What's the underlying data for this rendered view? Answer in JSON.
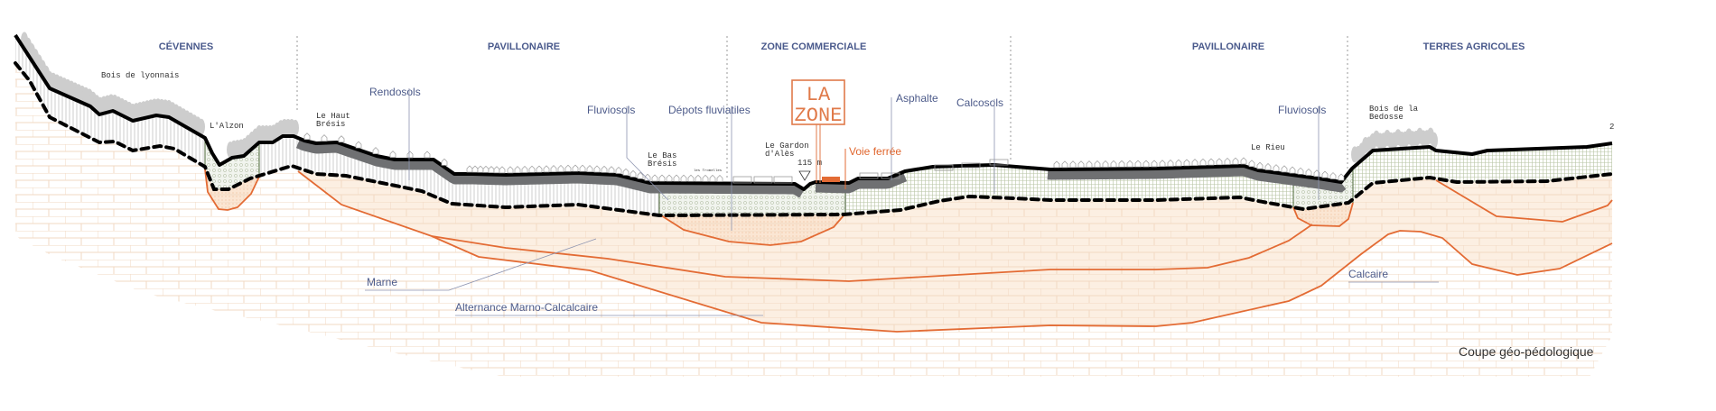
{
  "title": "Coupe géo-pédologique",
  "zones": [
    "CÉVENNES",
    "PAVILLONAIRE",
    "ZONE COMMERCIALE",
    "PAVILLONAIRE",
    "TERRES AGRICOLES"
  ],
  "places": {
    "bois_lyonnais": "Bois de lyonnais",
    "alzon": "L'Alzon",
    "haut_bresis": [
      "Le Haut",
      "Brésis"
    ],
    "bas_bresis": [
      "Le Bas",
      "Brésis"
    ],
    "tromelles": "les Tromelles",
    "gardon": [
      "Le Gardon",
      "d'Alès"
    ],
    "rieu": "Le Rieu",
    "bedosse": [
      "Bois de la",
      "Bedosse"
    ],
    "edge_fragment": "2"
  },
  "soils": {
    "rendosols": "Rendosols",
    "fluviosols_1": "Fluviosols",
    "depots": "Dépots fluviatiles",
    "asphalte": "Asphalte",
    "calcosols": "Calcosols",
    "fluviosols_2": "Fluviosols"
  },
  "geology": {
    "marne": "Marne",
    "alternance": "Alternance Marno-Calcalcaire",
    "calcaire": "Calcaire"
  },
  "altitude_marker": "115 m",
  "sign": {
    "line1": "LA",
    "line2": "ZONE"
  },
  "railway": "Voie ferrée",
  "colors": {
    "ground": "#000000",
    "asphalt": "#6f7072",
    "geology_line": "#e36b34",
    "sign": "#e07a4a",
    "label": "#4a5a8c",
    "brick": "#f2d9c3",
    "layer_fill": "#fcefe2"
  }
}
